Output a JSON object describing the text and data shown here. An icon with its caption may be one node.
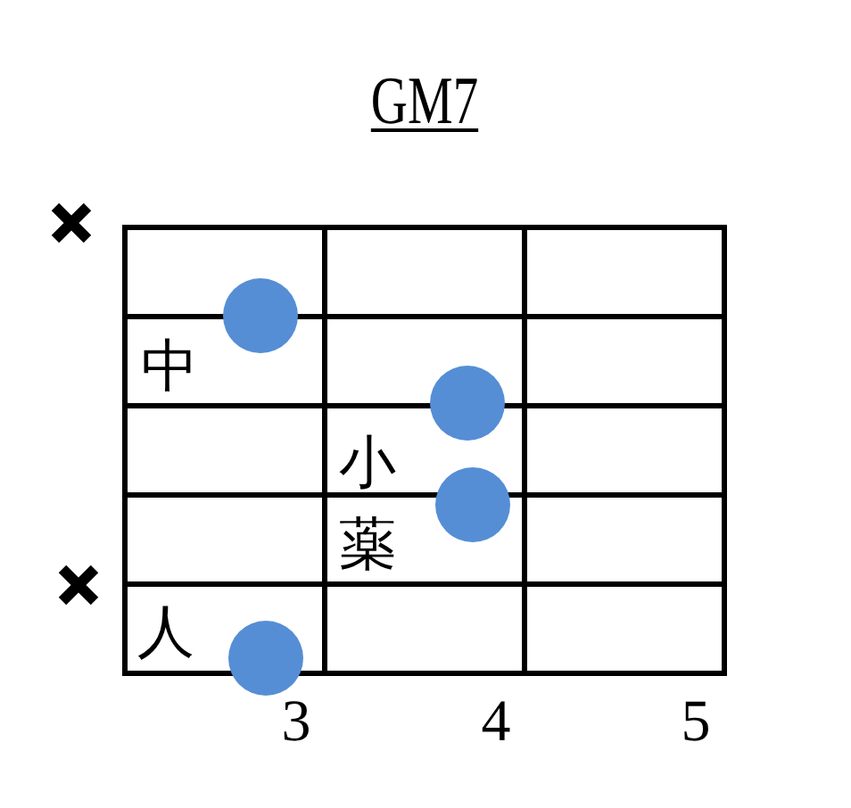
{
  "diagram": {
    "title": "GM7",
    "nodes": [
      {
        "text": [],
        "shape": "circle",
        "beside": [
          "中"
        ]
      },
      {
        "text": [],
        "shape": "circle",
        "beside": [
          "小"
        ]
      },
      {
        "text": [],
        "shape": "circle",
        "beside": [
          "薬"
        ]
      },
      {
        "text": [],
        "shape": "circle",
        "beside": [
          "人"
        ]
      }
    ],
    "labels": [
      "3",
      "4",
      "5"
    ]
  }
}
